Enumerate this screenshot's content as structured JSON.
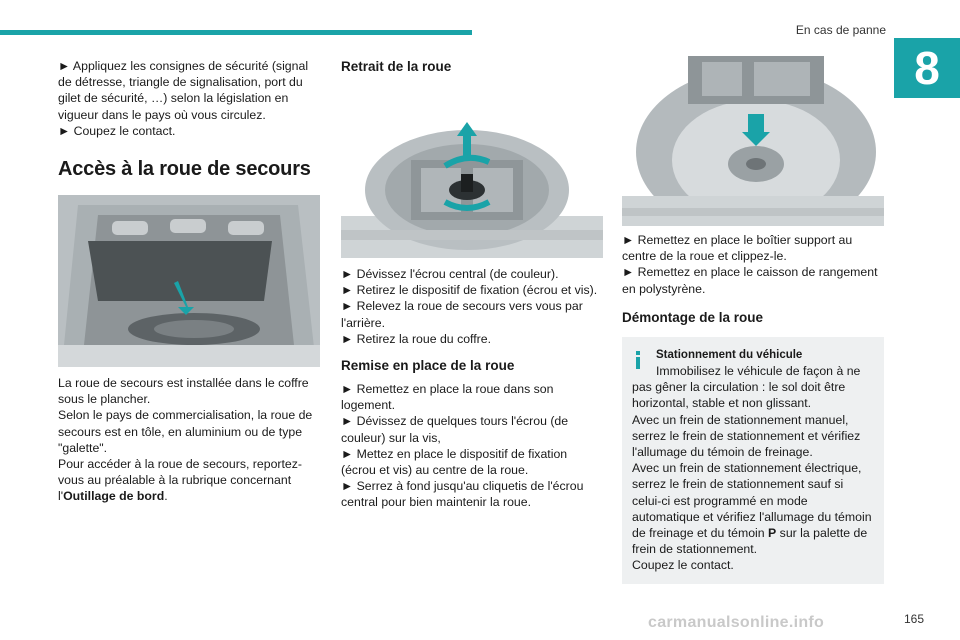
{
  "header": {
    "section": "En cas de panne",
    "chapter_number": "8",
    "accent_color": "#1aa3a8"
  },
  "col1": {
    "intro_lines": [
      "► Appliquez les consignes de sécurité (signal de détresse, triangle de signalisation, port du gilet de sécurité, …) selon la législation en vigueur dans le pays où vous circulez.",
      "► Coupez le contact."
    ],
    "title": "Accès à la roue de secours",
    "body_lines": [
      "La roue de secours est installée dans le coffre sous le plancher.",
      "Selon le pays de commercialisation, la roue de secours est en tôle, en aluminium ou de type \"galette\".",
      "Pour accéder à la roue de secours, reportez-vous au préalable à la rubrique concernant l'"
    ],
    "body_bold": "Outillage de bord",
    "body_end": "."
  },
  "col2": {
    "heading1": "Retrait de la roue",
    "steps1": [
      "► Dévissez l'écrou central (de couleur).",
      "► Retirez le dispositif de fixation (écrou et vis).",
      "► Relevez la roue de secours vers vous par l'arrière.",
      "► Retirez la roue du coffre."
    ],
    "heading2": "Remise en place de la roue",
    "steps2": [
      "► Remettez en place la roue dans son logement.",
      "► Dévissez de quelques tours l'écrou (de couleur) sur la vis,",
      "►  Mettez en place le dispositif de fixation (écrou et vis) au centre de la roue.",
      "► Serrez à fond jusqu'au cliquetis de l'écrou central pour bien maintenir la roue."
    ]
  },
  "col3": {
    "steps": [
      "► Remettez en place le boîtier support au centre de la roue et clippez-le.",
      "► Remettez en place le caisson de rangement en polystyrène."
    ],
    "heading": "Démontage de la roue",
    "note": {
      "title": "Stationnement du véhicule",
      "lines": [
        "Immobilisez le véhicule de façon à ne pas gêner la circulation : le sol doit être horizontal, stable et non glissant.",
        "Avec un frein de stationnement manuel, serrez le frein de stationnement et vérifiez l'allumage du témoin de freinage.",
        "Avec un frein de stationnement électrique, serrez le frein de stationnement sauf si celui-ci est programmé en mode automatique et vérifiez l'allumage du témoin de freinage et du témoin "
      ],
      "bold_letter": "P",
      "line_end": " sur la palette de frein de stationnement.",
      "last": "Coupez le contact."
    }
  },
  "footer": {
    "page": "165",
    "watermark": "carmanualsonline.info"
  }
}
